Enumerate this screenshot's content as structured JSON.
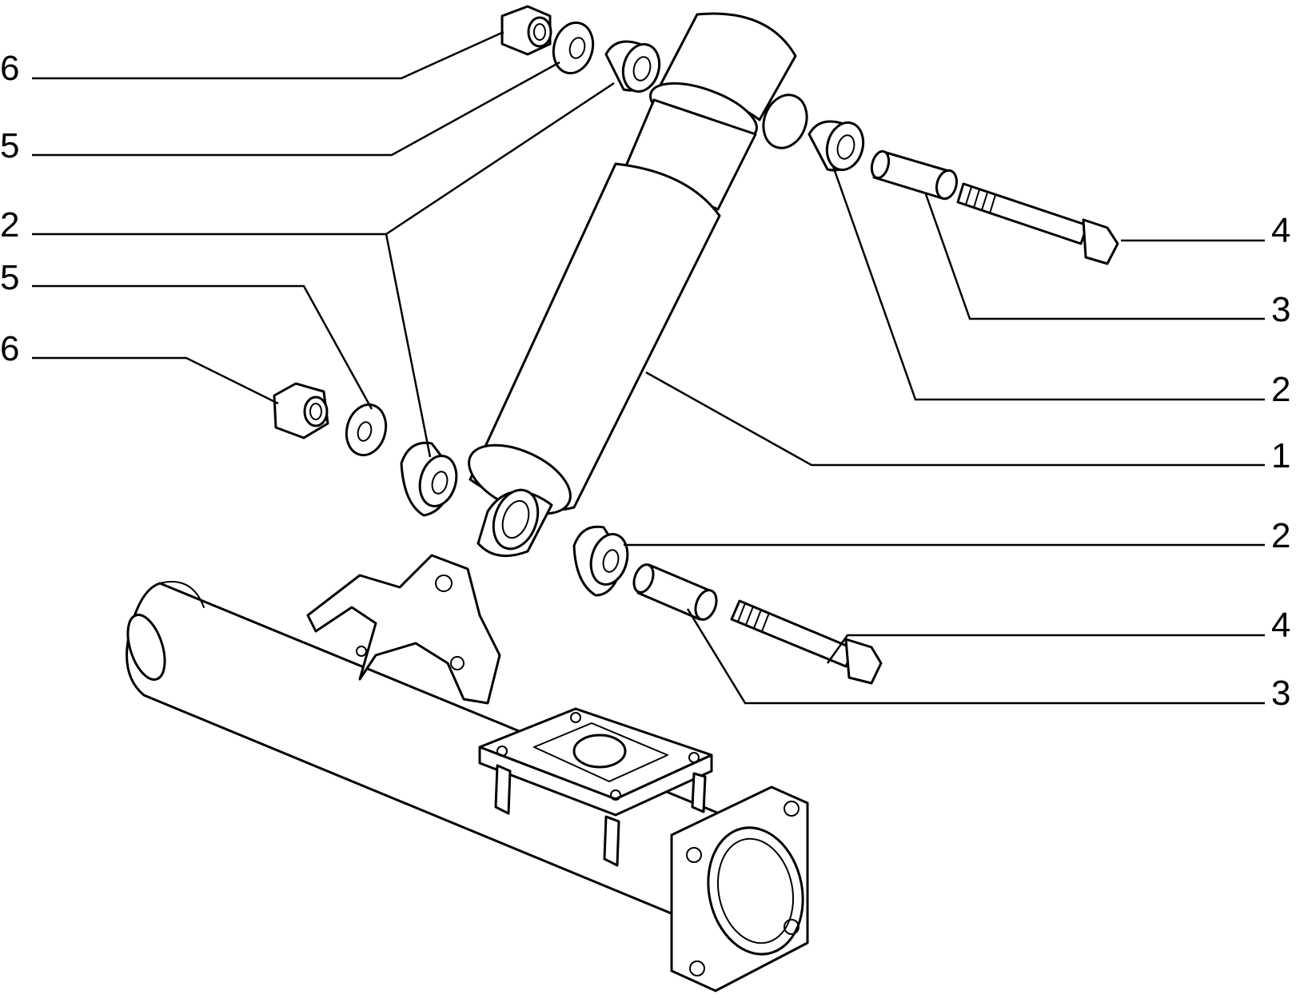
{
  "callouts": {
    "left": [
      "6",
      "5",
      "2",
      "5",
      "6"
    ],
    "right": [
      "4",
      "3",
      "2",
      "1",
      "2",
      "4",
      "3"
    ]
  },
  "colors": {
    "ink": "#000000",
    "paper": "#ffffff"
  }
}
